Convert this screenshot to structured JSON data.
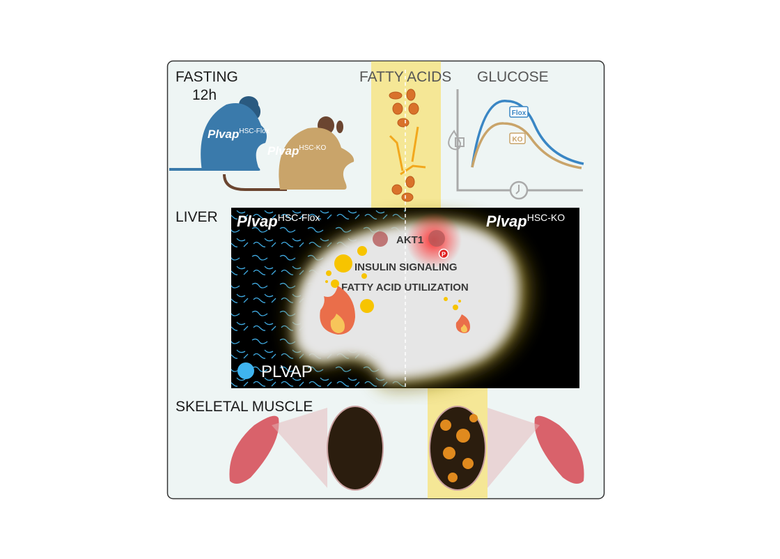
{
  "sections": {
    "fasting": "FASTING",
    "fasting_duration": "12h",
    "fatty_acids": "FATTY ACIDS",
    "glucose": "GLUCOSE",
    "liver": "LIVER",
    "skeletal_muscle": "SKELETAL MUSCLE"
  },
  "mice": {
    "flox": {
      "gene": "Plvap",
      "superscript": "HSC-Flox",
      "color": "#3a7aab"
    },
    "ko": {
      "gene": "Plvap",
      "superscript": "HSC-KO",
      "color": "#c9a46a"
    }
  },
  "glucose_chart": {
    "legend": [
      {
        "label": "Flox",
        "color": "#3a86c4"
      },
      {
        "label": "KO",
        "color": "#c9a46a"
      }
    ],
    "x_icon": "clock-icon",
    "y_icon": "glucose-drop-icon"
  },
  "liver_panel": {
    "left_label": {
      "gene": "Plvap",
      "superscript": "HSC-Flox"
    },
    "right_label": {
      "gene": "Plvap",
      "superscript": "HSC-KO"
    },
    "akt": "AKT1",
    "phospho": "P",
    "insulin": "INSULIN SIGNALING",
    "fa_util": "FATTY ACID UTILIZATION",
    "legend": {
      "label": "PLVAP",
      "color": "#3fb4f0"
    }
  },
  "colors": {
    "highlight": "#f5e58c",
    "background": "#eef5f4"
  }
}
